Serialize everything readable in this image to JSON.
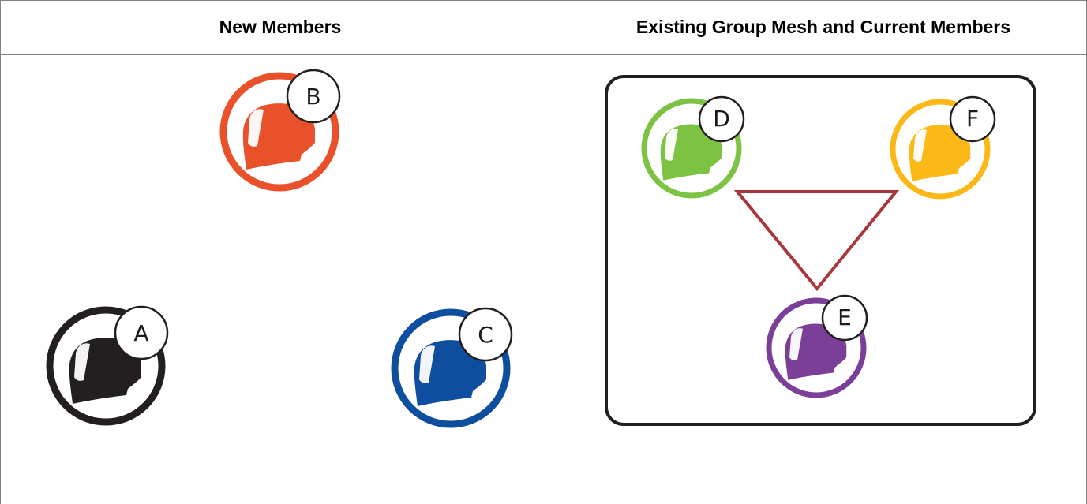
{
  "headers": {
    "left": "New Members",
    "right": "Existing Group Mesh and Current Members"
  },
  "members": {
    "a": {
      "label": "A",
      "color": "#231f20"
    },
    "b": {
      "label": "B",
      "color": "#e8512a"
    },
    "c": {
      "label": "C",
      "color": "#0d4f9e"
    },
    "d": {
      "label": "D",
      "color": "#7dc242"
    },
    "e": {
      "label": "E",
      "color": "#7b3f98"
    },
    "f": {
      "label": "F",
      "color": "#fbb817"
    }
  },
  "mesh": {
    "line_color": "#a8363a",
    "box_color": "#231f20"
  }
}
